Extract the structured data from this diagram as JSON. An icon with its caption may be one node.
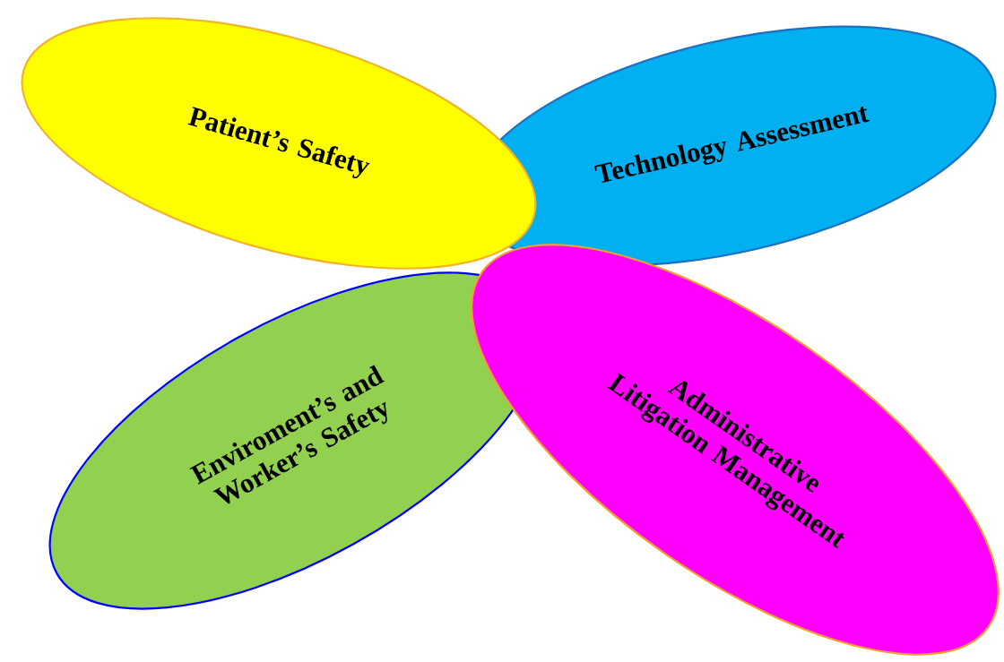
{
  "diagram": {
    "nodes": [
      {
        "text": [
          "Patient’s Safety"
        ]
      },
      {
        "text": [
          "Technology Assessment"
        ]
      },
      {
        "text": [
          "Enviroment’s and Worker’s Safety"
        ]
      },
      {
        "text": [
          "Administrative Litigation Management"
        ]
      }
    ]
  }
}
